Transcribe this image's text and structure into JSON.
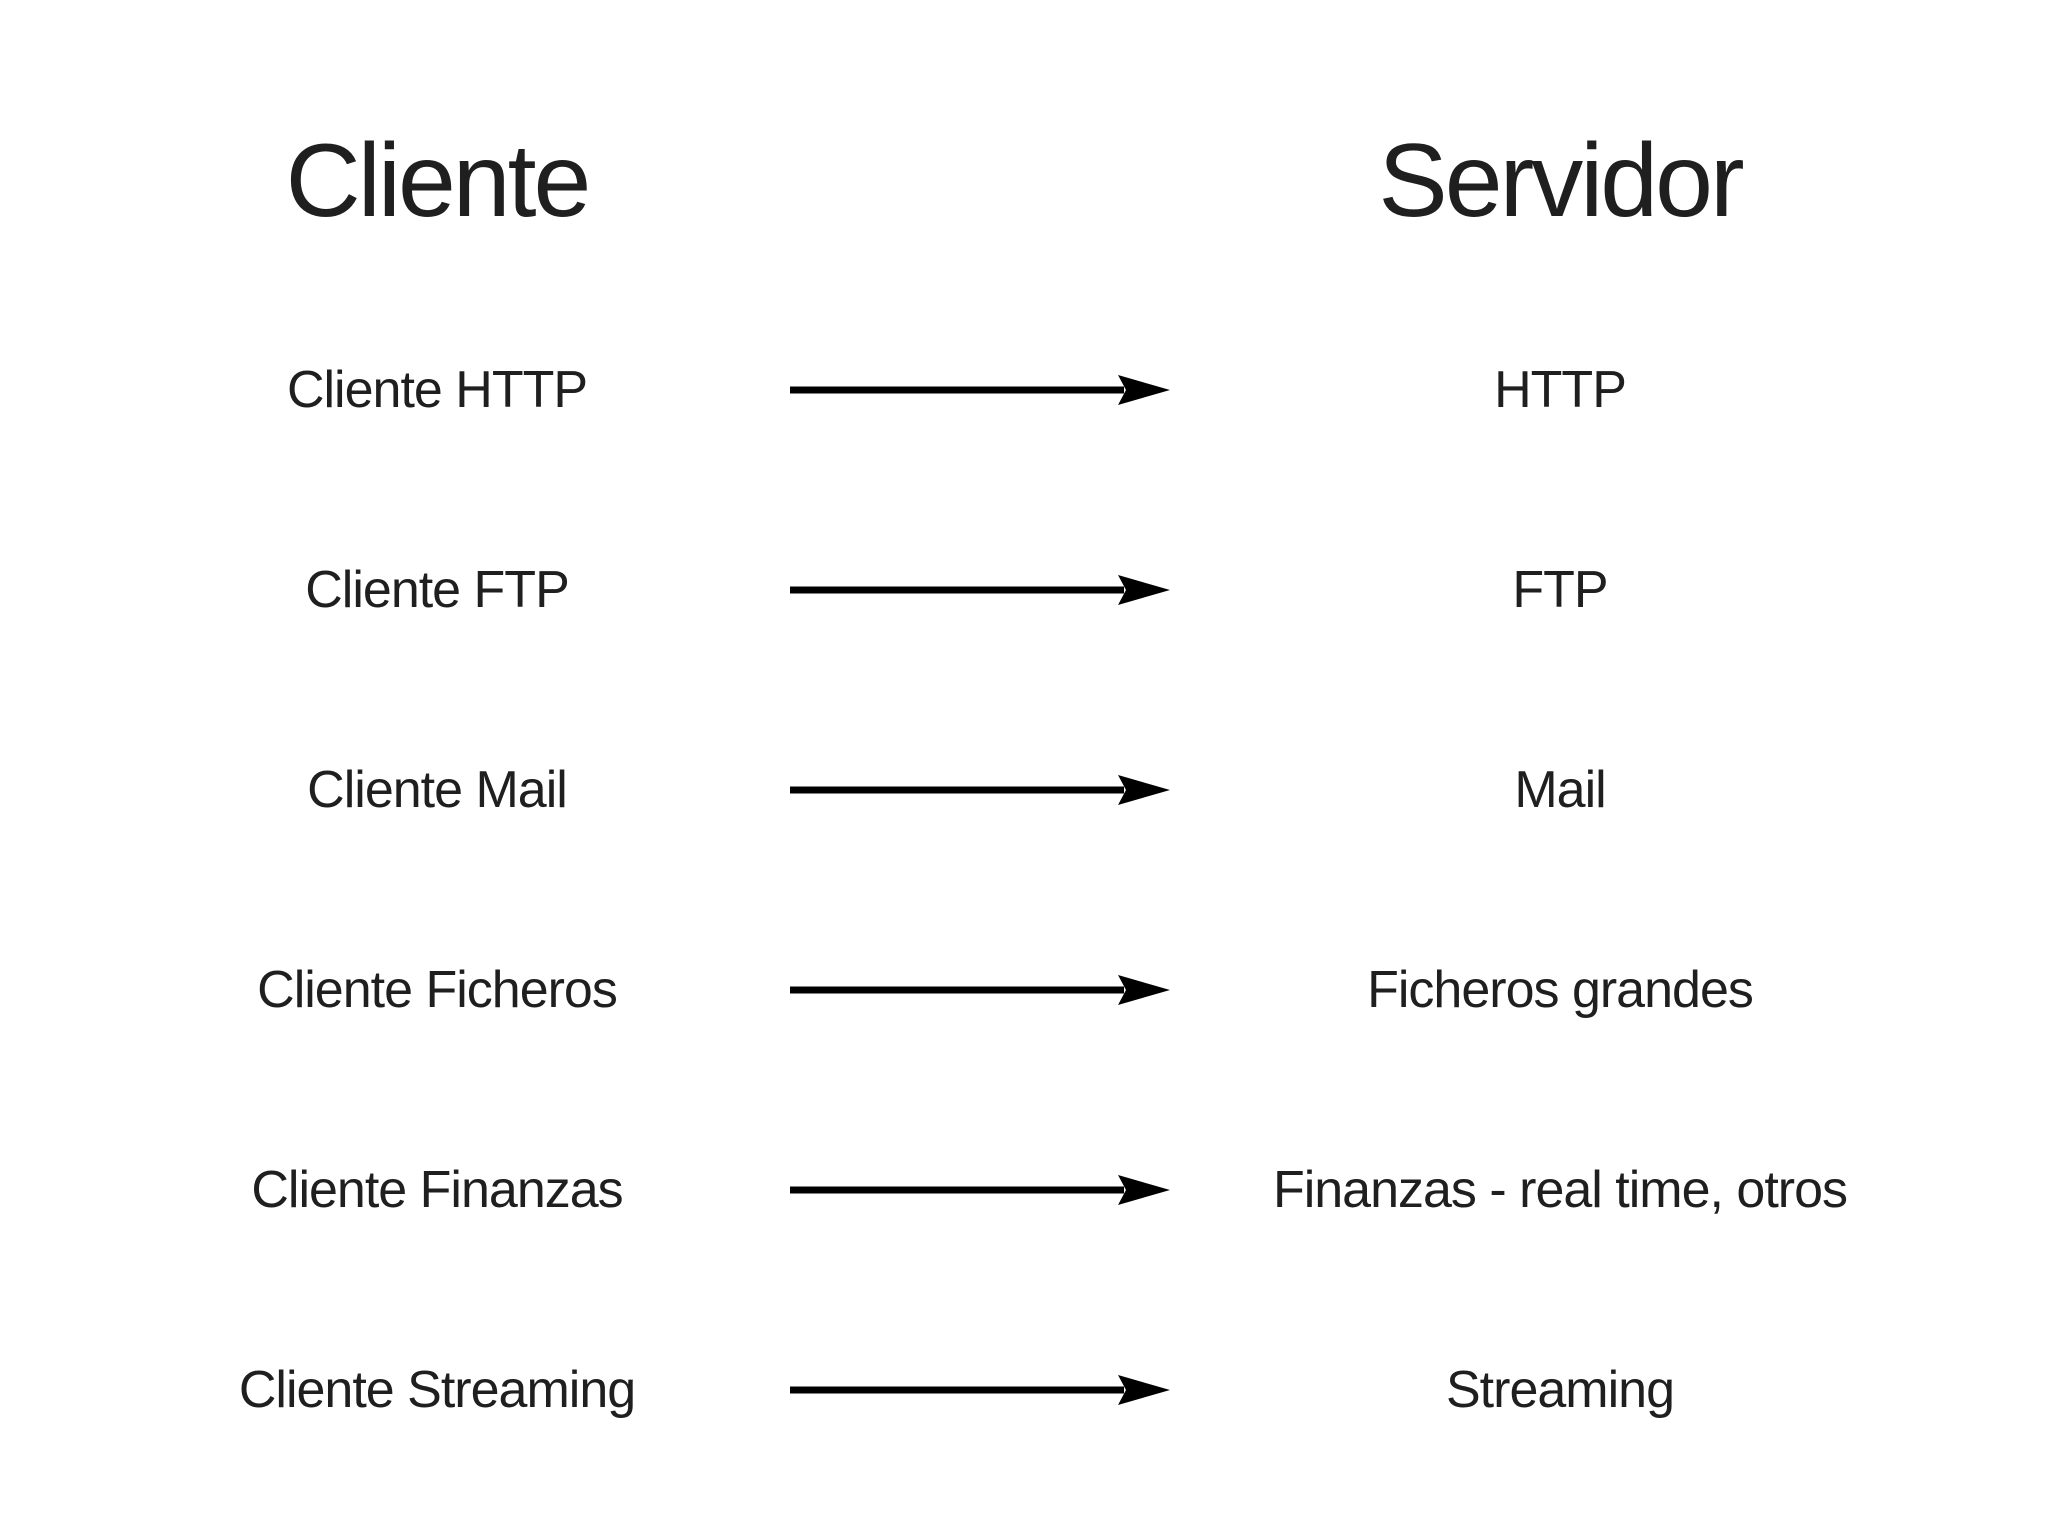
{
  "page": {
    "background_color": "#ffffff",
    "text_color": "#1f1f1f",
    "arrow_color": "#000000"
  },
  "header": {
    "client_title": "Cliente",
    "server_title": "Servidor"
  },
  "rows": [
    {
      "client": "Cliente HTTP",
      "server": "HTTP"
    },
    {
      "client": "Cliente FTP",
      "server": "FTP"
    },
    {
      "client": "Cliente Mail",
      "server": "Mail"
    },
    {
      "client": "Cliente Ficheros",
      "server": "Ficheros grandes"
    },
    {
      "client": "Cliente Finanzas",
      "server": "Finanzas - real time, otros"
    },
    {
      "client": "Cliente Streaming",
      "server": "Streaming"
    }
  ],
  "icons": {
    "arrow": "right-arrow"
  }
}
